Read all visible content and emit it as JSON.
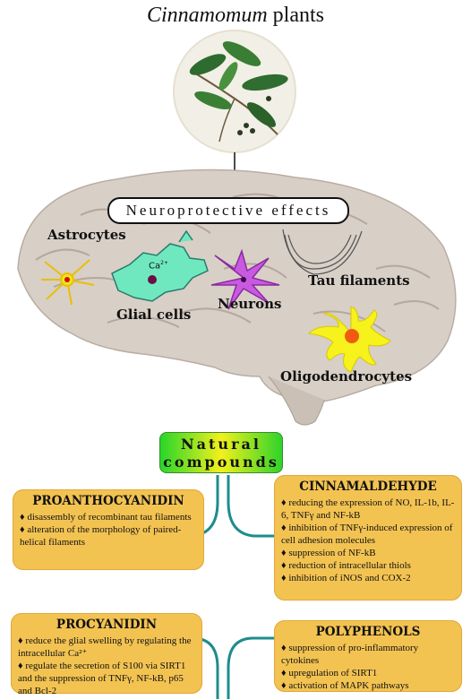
{
  "title": {
    "italic": "Cinnamomum",
    "rest": "plants"
  },
  "effects_label": "Neuroprotective effects",
  "cell_labels": {
    "astrocytes": "Astrocytes",
    "glial": "Glial cells",
    "ca": "Ca",
    "ca_sup": "2+",
    "neurons": "Neurons",
    "tau": "Tau filaments",
    "oligo": "Oligodendrocytes"
  },
  "natural_compounds": {
    "line1": "Natural",
    "line2": "compounds"
  },
  "compounds": {
    "proanthocyanidin": {
      "name": "PROANTHOCYANIDIN",
      "items": [
        "♦ disassembly of recombinant tau filaments",
        "♦ alteration of the morphology of paired-helical filaments"
      ]
    },
    "cinnamaldehyde": {
      "name": "CINNAMALDEHYDE",
      "items": [
        "♦ reducing the expression of NO, IL-1b, IL-6, TNFγ and NF-kB",
        "♦ inhibition of TNFγ-induced expression of cell adhesion molecules",
        "♦ suppression of NF-kB",
        "♦ reduction of intracellular thiols",
        "♦ inhibition of iNOS and COX-2"
      ]
    },
    "procyanidin": {
      "name": "PROCYANIDIN",
      "items": [
        "♦ reduce the glial swelling by regulating the intracellular Ca²⁺",
        "♦ regulate the secretion of S100 via SIRT1 and the suppression of TNFγ, NF-kB, p65 and Bcl-2"
      ]
    },
    "polyphenols": {
      "name": "POLYPHENOLS",
      "items": [
        "♦ suppression of pro-inflammatory cytokines",
        "♦ upregulation of SIRT1",
        "♦ activation of MAPK pathways"
      ]
    }
  },
  "colors": {
    "brain": "#d8cfc7",
    "connector": "#1f8c8c",
    "box": "#f3c352",
    "neuron": "#c85ae0",
    "astrocyte": "#f0e21e",
    "glial": "#6fe8c0",
    "oligo": "#f7f21c"
  }
}
